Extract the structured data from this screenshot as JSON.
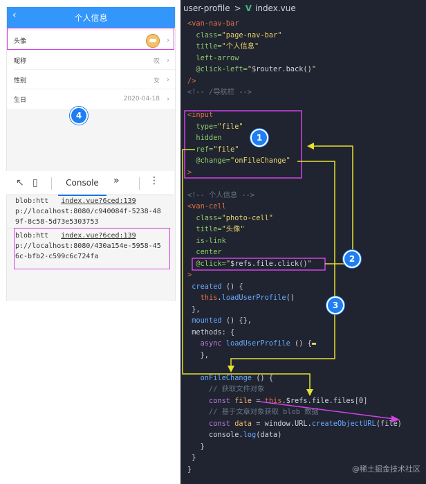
{
  "mobile": {
    "nav_title": "个人信息",
    "back_icon": "chevron-left-icon",
    "cells": [
      {
        "title": "头像",
        "value": ""
      },
      {
        "title": "昵称",
        "value": "叹"
      },
      {
        "title": "性别",
        "value": "女"
      },
      {
        "title": "生日",
        "value": "2020-04-18"
      }
    ]
  },
  "devtools": {
    "console_tab": "Console",
    "more_label": "»",
    "menu_label": "⋮",
    "logs": [
      {
        "prefix": "blob:htt",
        "link": "index.vue?6ced:139",
        "rest": "p://localhost:8080/c940084f-5238-489f-8c58-5d73e5303753"
      },
      {
        "prefix": "blob:htt",
        "link": "index.vue?6ced:139",
        "rest": "p://localhost:8080/430a154e-5958-456c-bfb2-c599c6c724fa"
      }
    ]
  },
  "editor": {
    "breadcrumb_folder": "user-profile",
    "breadcrumb_sep": ">",
    "breadcrumb_file": "index.vue",
    "watermark": "@稀土掘金技术社区"
  },
  "badges": [
    "1",
    "2",
    "3",
    "4"
  ],
  "colors": {
    "nav": "#3296fa",
    "highlight": "#d442e6",
    "arrow": "#e8e030",
    "badge": "#1e7ef2",
    "editor_bg": "#1f2430"
  }
}
